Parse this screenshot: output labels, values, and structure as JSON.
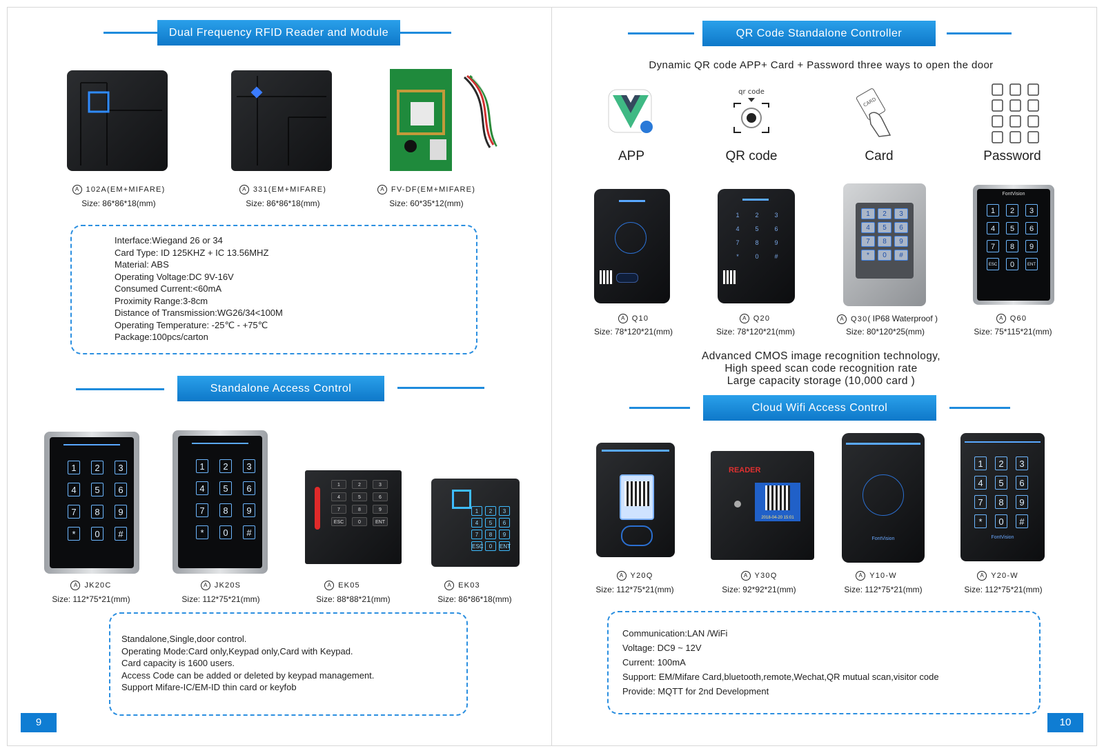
{
  "left": {
    "page_number": "9",
    "rfid": {
      "title": "Dual Frequency RFID Reader and Module",
      "products": [
        {
          "name": "102A(EM+MIFARE)",
          "size": "Size:  86*86*18(mm)"
        },
        {
          "name": "331(EM+MIFARE)",
          "size": "Size:  86*86*18(mm)"
        },
        {
          "name": "FV-DF(EM+MIFARE)",
          "size": "Size:  60*35*12(mm)"
        }
      ],
      "specs": [
        "Interface:Wiegand 26 or 34",
        "Card Type: ID 125KHZ + IC 13.56MHZ",
        "Material: ABS",
        "Operating Voltage:DC 9V-16V",
        "Consumed Current:<60mA",
        "Proximity Range:3-8cm",
        "Distance of Transmission:WG26/34<100M",
        "Operating Temperature: -25℃ - +75℃",
        "Package:100pcs/carton"
      ]
    },
    "standalone": {
      "title": "Standalone Access Control",
      "products": [
        {
          "name": "JK20C",
          "size": "Size: 112*75*21(mm)"
        },
        {
          "name": "JK20S",
          "size": "Size: 112*75*21(mm)"
        },
        {
          "name": "EK05",
          "size": "Size: 88*88*21(mm)"
        },
        {
          "name": "EK03",
          "size": "Size: 86*86*18(mm)"
        }
      ],
      "specs": [
        "Standalone,Single,door control.",
        "Operating Mode:Card only,Keypad only,Card with Keypad.",
        "Card capacity is 1600 users.",
        "Access Code can be added or deleted by keypad management.",
        "Support Mifare-IC/EM-ID thin card or keyfob"
      ]
    }
  },
  "right": {
    "page_number": "10",
    "qr": {
      "title": "QR Code Standalone Controller",
      "subtitle": "Dynamic QR code APP+ Card + Password three ways to open the door",
      "features": [
        {
          "label": "APP",
          "icon": "vue-app-icon"
        },
        {
          "label": "QR code",
          "icon": "qr-camera-icon",
          "caption": "qr code"
        },
        {
          "label": "Card",
          "icon": "hand-card-icon",
          "caption": "CARD"
        },
        {
          "label": "Password",
          "icon": "keypad-grid-icon"
        }
      ],
      "products": [
        {
          "name": "Q10",
          "size": "Size:  78*120*21(mm)"
        },
        {
          "name": "Q20",
          "size": "Size:  78*120*21(mm)"
        },
        {
          "name": "Q30",
          "extra": "( IP68 Waterproof )",
          "size": "Size:  80*120*25(mm)"
        },
        {
          "name": "Q60",
          "size": "Size:  75*115*21(mm)"
        }
      ],
      "tech_lines": [
        "Advanced CMOS image recognition technology,",
        "High speed scan code recognition rate",
        "Large capacity storage (10,000 card )"
      ]
    },
    "cloud": {
      "title": "Cloud Wifi  Access  Control",
      "products": [
        {
          "name": "Y20Q",
          "size": "Size: 112*75*21(mm)"
        },
        {
          "name": "Y30Q",
          "size": "Size: 92*92*21(mm)",
          "screen_label": "READER",
          "screen_date": "2018-04-20 15:01"
        },
        {
          "name": "Y10-W",
          "size": "Size: 112*75*21(mm)",
          "brand": "FontVision"
        },
        {
          "name": "Y20-W",
          "size": "Size: 112*75*21(mm)",
          "brand": "FontVision"
        }
      ],
      "specs": [
        "Communication:LAN /WiFi",
        "Voltage: DC9 ~ 12V",
        "Current: 100mA",
        "Support: EM/Mifare  Card,bluetooth,remote,Wechat,QR mutual scan,visitor code",
        "Provide: MQTT for 2nd Development"
      ]
    },
    "q60_brand": "FontVision"
  },
  "colors": {
    "accent": "#1e8bdc",
    "banner_top": "#2aa0ea",
    "banner_bottom": "#0e78c9",
    "device_dark": "#1a1c1f",
    "keypad_blue": "#6db7ff"
  },
  "keypad": {
    "keys3x4": [
      "1",
      "2",
      "3",
      "4",
      "5",
      "6",
      "7",
      "8",
      "9",
      "*",
      "0",
      "#"
    ],
    "q60_keys": [
      "1",
      "2",
      "3",
      "4",
      "5",
      "6",
      "7",
      "8",
      "9",
      "ESC",
      "0",
      "ENT"
    ],
    "ek05_keys": [
      "1",
      "2",
      "3",
      "4",
      "5",
      "6",
      "7",
      "8",
      "9",
      "ESC",
      "0",
      "ENT"
    ],
    "ek03_keys": [
      "1",
      "2",
      "3",
      "4",
      "5",
      "6",
      "7",
      "8",
      "9",
      "ESC",
      "0",
      "ENT"
    ]
  }
}
